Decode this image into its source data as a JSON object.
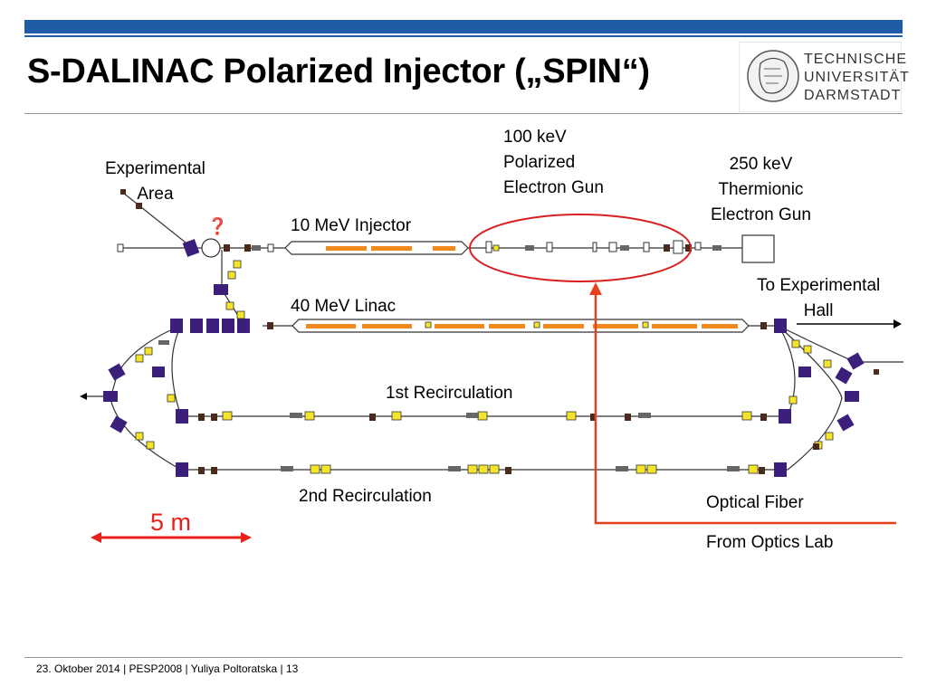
{
  "slide": {
    "title": "S-DALINAC Polarized Injector („SPIN“)",
    "footer": "23. Oktober 2014  |  PESP2008 | Yuliya Poltoratska  |  13"
  },
  "logo": {
    "lines": [
      "TECHNISCHE",
      "UNIVERSITÄT",
      "DARMSTADT"
    ]
  },
  "labels": {
    "experimental_area": [
      "Experimental",
      "Area"
    ],
    "injector": "10 MeV Injector",
    "polarized_gun": [
      "100 keV",
      "Polarized",
      "Electron Gun"
    ],
    "thermionic_gun": [
      "250 keV",
      "Thermionic",
      "Electron Gun"
    ],
    "to_experimental_hall": [
      "To Experimental",
      "Hall"
    ],
    "linac": "40 MeV Linac",
    "recirc1": "1st Recirculation",
    "recirc2": "2nd Recirculation",
    "optical_fiber": "Optical Fiber",
    "from_optics_lab": "From Optics Lab",
    "scale": "5 m"
  },
  "colors": {
    "header_blue": "#1f5ca8",
    "dipole": "#3b1f7a",
    "quadrupole": "#f5e52a",
    "cavity": "#f08a1e",
    "fiber": "#e8401c",
    "highlight_ellipse": "#d82020",
    "scale_arrow": "#e8201a"
  },
  "icons": {
    "lamp": "❓"
  }
}
